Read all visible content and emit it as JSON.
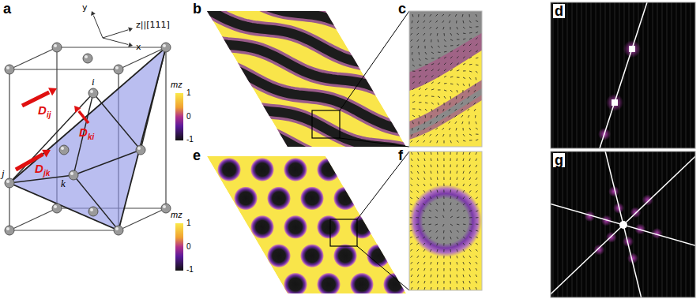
{
  "diagram": {
    "labels": [
      "a",
      "b",
      "c",
      "d",
      "e",
      "f",
      "g",
      "y",
      "z||[111]",
      "x",
      "i",
      "j",
      "k",
      "D",
      "ij",
      "D",
      "ki",
      "D",
      "jk",
      "mz",
      "1",
      "0",
      "-1",
      "mz",
      "1",
      "0",
      "-1"
    ]
  }
}
